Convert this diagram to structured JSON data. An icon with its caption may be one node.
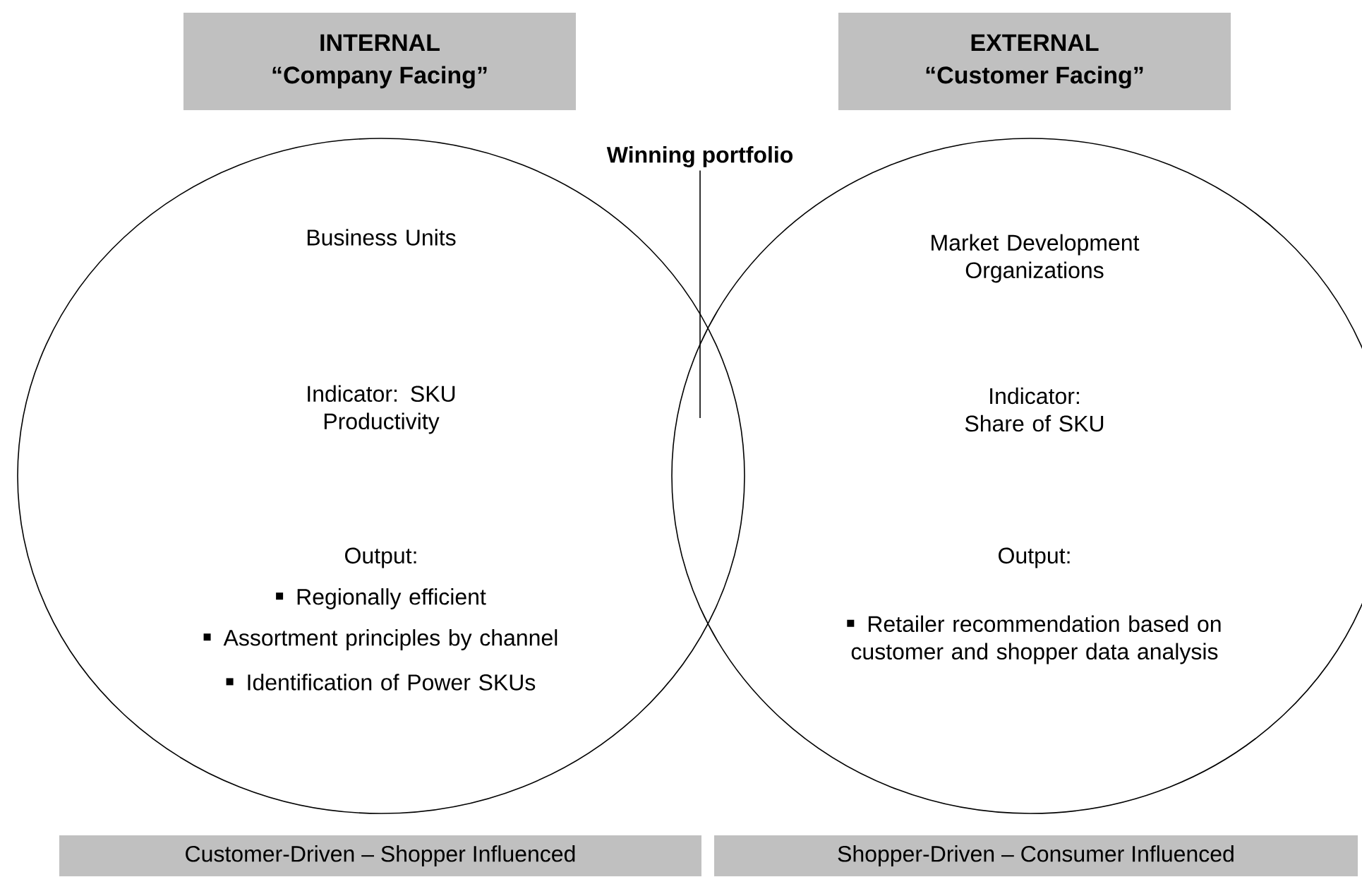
{
  "diagram": {
    "nodes": [
      {
        "text": [
          "INTERNAL",
          "“Company Facing”"
        ]
      },
      {
        "text": [
          "EXTERNAL",
          "“Customer Facing”"
        ]
      },
      {
        "text": [
          "Business Units",
          "Indicator: SKU Productivity",
          "Output:",
          "Regionally efficient",
          "Assortment principles by channel",
          "Identification of Power SKUs"
        ]
      },
      {
        "text": [
          "Market Development Organizations",
          "Indicator: Share of SKU",
          "Output:",
          "Retailer recommendation based on customer and shopper data analysis"
        ]
      },
      {
        "text": [
          "Winning portfolio"
        ]
      },
      {
        "text": [
          "Customer-Driven – Shopper Influenced"
        ]
      },
      {
        "text": [
          "Shopper-Driven – Consumer Influenced"
        ]
      }
    ],
    "edges": [
      {
        "from": 4,
        "to": 3,
        "arrow": "none"
      }
    ]
  }
}
